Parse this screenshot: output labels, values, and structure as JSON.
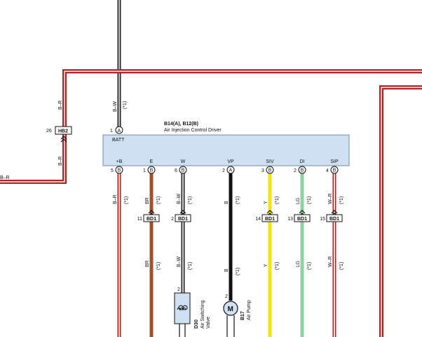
{
  "ecu": {
    "code": "B14(A), B12(B)",
    "name": "Air Injection Control Driver",
    "batt_label": "BATT",
    "batt_pin": "1",
    "batt_pin_letter": "A",
    "batt_wire": "B–W",
    "batt_wire_ref": "(*1)",
    "pins": [
      {
        "label": "+B",
        "num": "5",
        "letter": "B",
        "wire": "B–R",
        "ref": "(*1)",
        "color": "#b22222",
        "stripe": "#ffffff"
      },
      {
        "label": "E",
        "num": "1",
        "letter": "B",
        "wire": "BR",
        "ref": "(*1)",
        "color": "#a0522d",
        "stripe": ""
      },
      {
        "label": "W",
        "num": "6",
        "letter": "B",
        "wire": "B–W",
        "ref": "(*1)",
        "color": "#222222",
        "stripe": "#ffffff"
      },
      {
        "label": "VP",
        "num": "2",
        "letter": "A",
        "wire": "B",
        "ref": "(*1)",
        "color": "#111111",
        "stripe": ""
      },
      {
        "label": "SIV",
        "num": "3",
        "letter": "B",
        "wire": "Y",
        "ref": "(*1)",
        "color": "#f2e600",
        "stripe": ""
      },
      {
        "label": "DI",
        "num": "2",
        "letter": "B",
        "wire": "LG",
        "ref": "(*1)",
        "color": "#8fd19e",
        "stripe": ""
      },
      {
        "label": "SIP",
        "num": "4",
        "letter": "B",
        "wire": "W–R",
        "ref": "(*1)",
        "color": "#ffffff",
        "stripe": "#b22222"
      }
    ]
  },
  "junctions": [
    {
      "name": "BD1",
      "pin": "11",
      "col": 1,
      "wire": "BR",
      "ref": "(*1)"
    },
    {
      "name": "BD1",
      "pin": "2",
      "col": 2,
      "wire": "B–W",
      "ref": "(*1)"
    },
    {
      "name": "BD1",
      "pin": "14",
      "col": 4,
      "wire": "Y",
      "ref": "(*1)"
    },
    {
      "name": "BD1",
      "pin": "13",
      "col": 5,
      "wire": "LG",
      "ref": "(*1)"
    },
    {
      "name": "BD1",
      "pin": "15",
      "col": 6,
      "wire": "W–R",
      "ref": "(*1)"
    }
  ],
  "hb2": {
    "name": "HB2",
    "pin": "26",
    "wire_top": "B–R",
    "wire_bottom": "B–R",
    "left_wire": "B–R"
  },
  "vp_wire_lower": {
    "wire": "B",
    "ref": "(*1)"
  },
  "components": {
    "valve": {
      "code": "D30",
      "name1": "Air Switching",
      "name2": "Valve",
      "pin": "2"
    },
    "pump": {
      "code": "B17",
      "name": "Air Pump",
      "pin": "2",
      "symbol": "M"
    }
  },
  "colors": {
    "ecu_fill": "#cfe0f2",
    "ecu_stroke": "#7a8aa0",
    "wire_red": "#b22222",
    "valve_fill": "#cfe0f2"
  }
}
